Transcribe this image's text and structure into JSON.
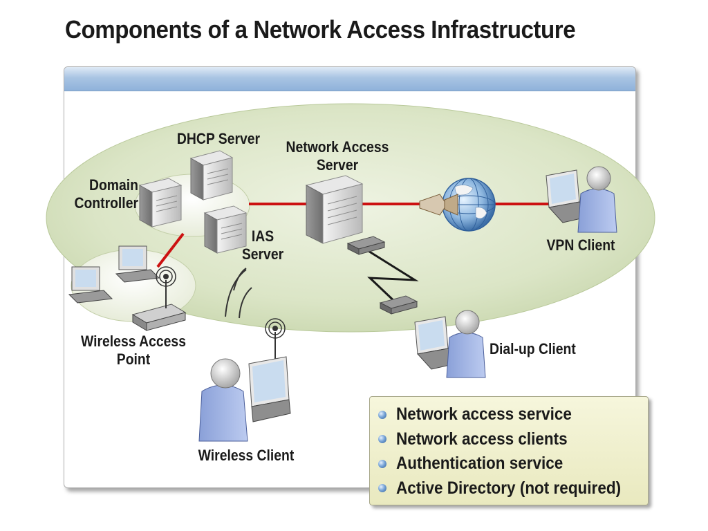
{
  "title": "Components of a Network Access Infrastructure",
  "labels": {
    "dhcp_server": "DHCP Server",
    "domain_controller_1": "Domain",
    "domain_controller_2": "Controller",
    "network_access_server_1": "Network Access",
    "network_access_server_2": "Server",
    "ias_server_1": "IAS",
    "ias_server_2": "Server",
    "vpn_client": "VPN Client",
    "wireless_access_point_1": "Wireless Access",
    "wireless_access_point_2": "Point",
    "dial_up_client": "Dial-up Client",
    "wireless_client": "Wireless Client"
  },
  "bullets": [
    "Network access service",
    "Network access clients",
    "Authentication service",
    "Active Directory (not required)"
  ],
  "colors": {
    "network_link": "#cc1111",
    "ellipse_fill": "#dfe8cc",
    "panel_header": "#a9c4e3",
    "bullet_box": "#efefcf"
  }
}
